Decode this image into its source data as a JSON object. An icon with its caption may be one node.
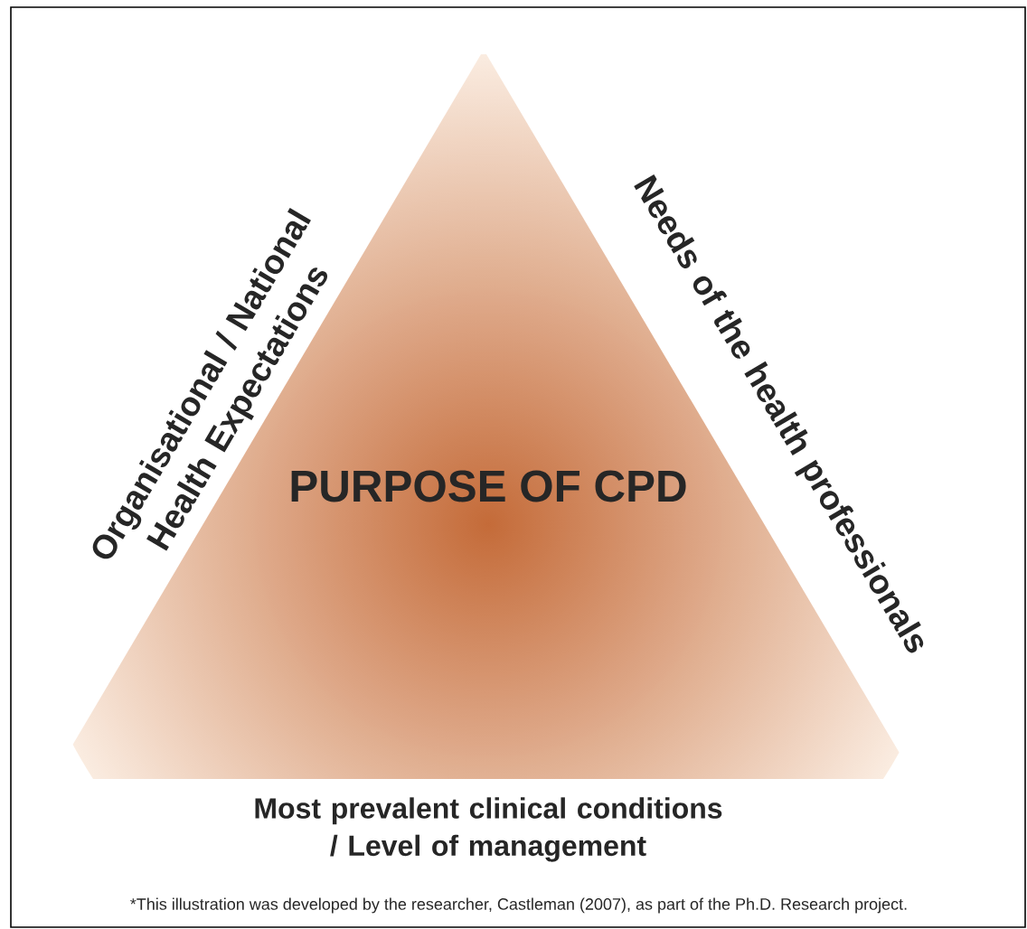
{
  "diagram": {
    "nodes": [
      {
        "text": [
          "PURPOSE OF CPD"
        ]
      }
    ],
    "labels": [
      "Organisational / National Health Expectations",
      "Needs of the health professionals",
      "Most prevalent clinical conditions / Level of management"
    ],
    "caption": "*This illustration was developed by the researcher, Castleman (2007), as part of the Ph.D. Research project."
  }
}
